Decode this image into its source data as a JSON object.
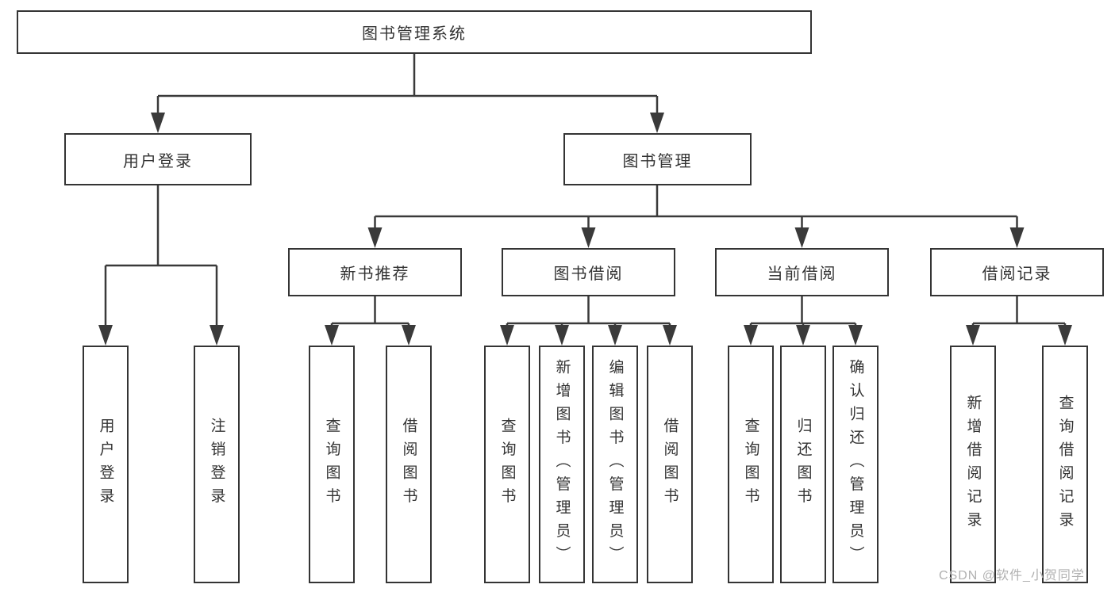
{
  "diagram": {
    "title_root": "图书管理系统",
    "branches": [
      {
        "label": "用户登录",
        "children": [
          "用户登录",
          "注销登录"
        ]
      },
      {
        "label": "图书管理",
        "sections": [
          {
            "label": "新书推荐",
            "children": [
              "查询图书",
              "借阅图书"
            ]
          },
          {
            "label": "图书借阅",
            "children": [
              "查询图书",
              "新增图书（管理员）",
              "编辑图书（管理员）",
              "借阅图书"
            ]
          },
          {
            "label": "当前借阅",
            "children": [
              "查询图书",
              "归还图书",
              "确认归还（管理员）"
            ]
          },
          {
            "label": "借阅记录",
            "children": [
              "新增借阅记录",
              "查询借阅记录"
            ]
          }
        ]
      }
    ],
    "watermark": "CSDN @软件_小贺同学",
    "colors": {
      "background": "#ffffff",
      "box_border": "#343434",
      "line": "#3a3a3a",
      "text": "#333333",
      "watermark": "#b0b0b0"
    }
  }
}
